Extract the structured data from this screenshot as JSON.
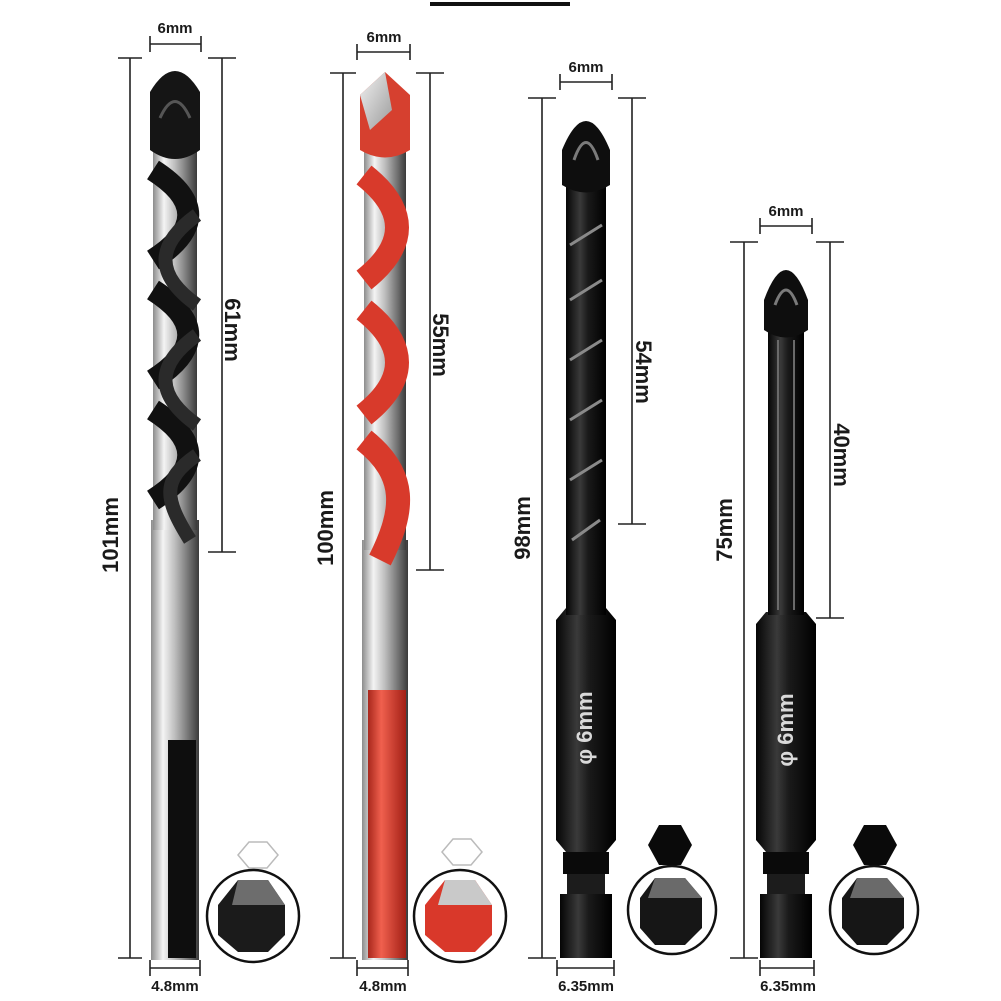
{
  "bits": [
    {
      "id": "bit-1",
      "variant": "silver-round-black-flute",
      "tip_width_label": "6mm",
      "total_length_label": "101mm",
      "flute_length_label": "61mm",
      "shank_label": "4.8mm",
      "shank_type": "round-with-flat",
      "colors": {
        "tip": "#121212",
        "flute": "#1c1c1c",
        "shank": "#c9c9c9",
        "accent": "#8a8a8a"
      }
    },
    {
      "id": "bit-2",
      "variant": "silver-round-red-flute",
      "tip_width_label": "6mm",
      "total_length_label": "100mm",
      "flute_length_label": "55mm",
      "shank_label": "4.8mm",
      "shank_type": "round-with-flat",
      "colors": {
        "tip": "#d84a3a",
        "flute": "#d93b2c",
        "shank": "#cfcfcf",
        "accent": "#e9e9e9"
      }
    },
    {
      "id": "bit-3",
      "variant": "black-hex",
      "tip_width_label": "6mm",
      "total_length_label": "98mm",
      "flute_length_label": "54mm",
      "shank_label": "6.35mm",
      "shank_marking": "φ 6mm",
      "shank_type": "hex",
      "colors": {
        "tip": "#111111",
        "flute": "#151515",
        "shank": "#0f0f0f",
        "accent": "#777777"
      }
    },
    {
      "id": "bit-4",
      "variant": "black-hex-short",
      "tip_width_label": "6mm",
      "total_length_label": "75mm",
      "flute_length_label": "40mm",
      "shank_label": "6.35mm",
      "shank_marking": "φ 6mm",
      "shank_type": "hex",
      "colors": {
        "tip": "#111111",
        "flute": "#151515",
        "shank": "#101010",
        "accent": "#777777"
      }
    }
  ]
}
